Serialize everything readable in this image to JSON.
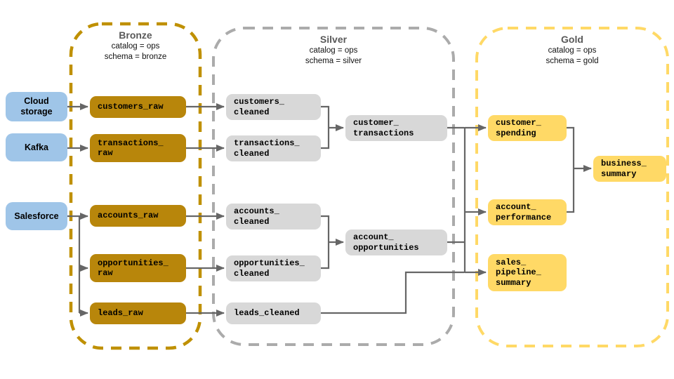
{
  "layers": {
    "bronze": {
      "title": "Bronze",
      "catalog": "catalog = ops",
      "schema": "schema = bronze"
    },
    "silver": {
      "title": "Silver",
      "catalog": "catalog = ops",
      "schema": "schema = silver"
    },
    "gold": {
      "title": "Gold",
      "catalog": "catalog = ops",
      "schema": "schema = gold"
    }
  },
  "sources": {
    "cloud_storage": {
      "label": "Cloud storage"
    },
    "kafka": {
      "label": "Kafka"
    },
    "salesforce": {
      "label": "Salesforce"
    }
  },
  "nodes": {
    "customers_raw": {
      "label": "customers_raw"
    },
    "transactions_raw": {
      "label": "transactions_\nraw"
    },
    "accounts_raw": {
      "label": "accounts_raw"
    },
    "opportunities_raw": {
      "label": "opportunities_\nraw"
    },
    "leads_raw": {
      "label": "leads_raw"
    },
    "customers_cleaned": {
      "label": "customers_\ncleaned"
    },
    "transactions_cleaned": {
      "label": "transactions_\ncleaned"
    },
    "customer_transactions": {
      "label": "customer_\ntransactions"
    },
    "accounts_cleaned": {
      "label": "accounts_\ncleaned"
    },
    "opportunities_cleaned": {
      "label": "opportunities_\ncleaned"
    },
    "account_opportunities": {
      "label": "account_\nopportunities"
    },
    "leads_cleaned": {
      "label": "leads_cleaned"
    },
    "customer_spending": {
      "label": "customer_\nspending"
    },
    "account_performance": {
      "label": "account_\nperformance"
    },
    "business_summary": {
      "label": "business_\nsummary"
    },
    "sales_pipeline_summary": {
      "label": "sales_\npipeline_\nsummary"
    }
  },
  "edges": [
    {
      "from": "Cloud storage",
      "to": "customers_raw"
    },
    {
      "from": "Kafka",
      "to": "transactions_raw"
    },
    {
      "from": "Salesforce",
      "to": "accounts_raw"
    },
    {
      "from": "Salesforce",
      "to": "opportunities_raw"
    },
    {
      "from": "Salesforce",
      "to": "leads_raw"
    },
    {
      "from": "customers_raw",
      "to": "customers_cleaned"
    },
    {
      "from": "transactions_raw",
      "to": "transactions_cleaned"
    },
    {
      "from": "accounts_raw",
      "to": "accounts_cleaned"
    },
    {
      "from": "opportunities_raw",
      "to": "opportunities_cleaned"
    },
    {
      "from": "leads_raw",
      "to": "leads_cleaned"
    },
    {
      "from": "customers_cleaned",
      "to": "customer_transactions"
    },
    {
      "from": "transactions_cleaned",
      "to": "customer_transactions"
    },
    {
      "from": "accounts_cleaned",
      "to": "account_opportunities"
    },
    {
      "from": "opportunities_cleaned",
      "to": "account_opportunities"
    },
    {
      "from": "customer_transactions",
      "to": "customer_spending"
    },
    {
      "from": "account_opportunities",
      "to": "account_performance"
    },
    {
      "from": "leads_cleaned",
      "to": "sales_pipeline_summary"
    },
    {
      "from": "customer_spending",
      "to": "business_summary"
    },
    {
      "from": "account_performance",
      "to": "business_summary"
    }
  ],
  "colors": {
    "bronze_border": "#BF9000",
    "bronze_node": "#B8860B",
    "silver_border": "#ABABAB",
    "silver_node": "#D8D8D8",
    "gold_border": "#FFD966",
    "gold_node": "#FFD966",
    "source_node": "#9FC5E8",
    "edge": "#666666",
    "header_text": "#595959",
    "label_text": "#000000"
  }
}
